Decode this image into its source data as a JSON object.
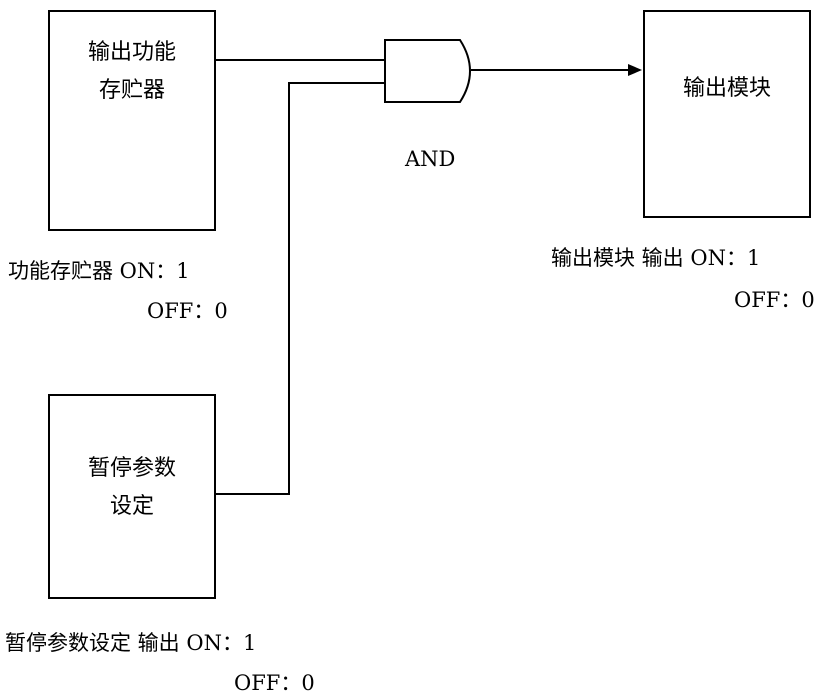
{
  "diagram": {
    "top_partial_text": "",
    "boxes": {
      "output_register": {
        "line1": "输出功能",
        "line2": "存贮器"
      },
      "pause_param": {
        "line1": "暂停参数",
        "line2": "设定"
      },
      "output_module": {
        "line1": "输出模块"
      }
    },
    "gate_label": "AND",
    "labels": {
      "register_on": "功能存贮器 ON：1",
      "register_off": "OFF：0",
      "module_on": "输出模块 输出 ON：1",
      "module_off": "OFF：0",
      "pause_on": "暂停参数设定 输出 ON：1",
      "pause_off": "OFF：0"
    },
    "colors": {
      "line": "#000000",
      "background": "#ffffff"
    }
  }
}
